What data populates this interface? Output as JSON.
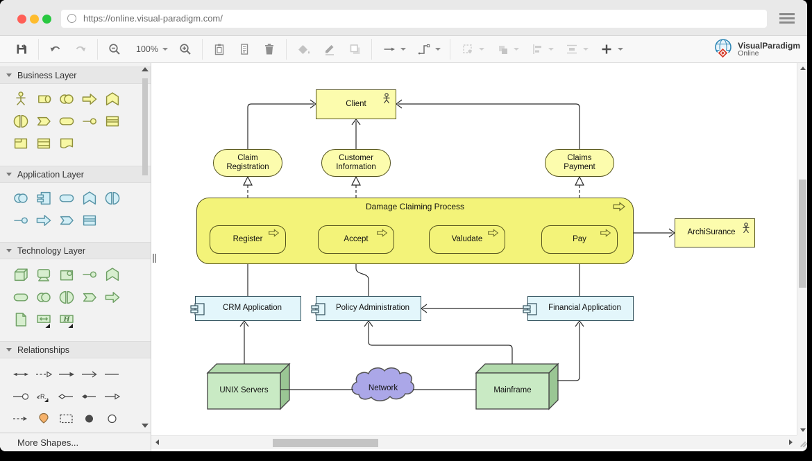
{
  "browser": {
    "url": "https://online.visual-paradigm.com/"
  },
  "toolbar": {
    "zoom": "100%",
    "icons": [
      "save",
      "undo",
      "redo",
      "zoom-out",
      "zoom-level",
      "zoom-in",
      "paste",
      "format",
      "delete",
      "fill-color",
      "line-color",
      "shadow",
      "arrow-style",
      "connector-style",
      "selection",
      "order",
      "align",
      "distribute",
      "add-shape"
    ]
  },
  "brand": {
    "name": "VisualParadigm",
    "sub": "Online"
  },
  "sidebar": {
    "business": "Business Layer",
    "application": "Application Layer",
    "technology": "Technology Layer",
    "relationships": "Relationships",
    "more": "More Shapes...",
    "business_icons": [
      "actor",
      "role",
      "collaboration",
      "process",
      "function",
      "interaction",
      "event",
      "service",
      "interface",
      "object",
      "product",
      "contract",
      "representation"
    ],
    "application_icons": [
      "collaboration",
      "component",
      "service",
      "function",
      "interaction",
      "interface",
      "process",
      "event",
      "object"
    ],
    "technology_icons": [
      "node",
      "device",
      "system-software",
      "interface",
      "function",
      "service",
      "collaboration",
      "interaction",
      "event",
      "process",
      "artifact",
      "path",
      "network"
    ],
    "relationship_icons": [
      "association",
      "realization-dashed",
      "triggering",
      "flow",
      "line",
      "provide",
      "realize",
      "aggregation",
      "composition",
      "specialization",
      "flow-dashed",
      "location-pin",
      "grouping",
      "junction",
      "junction-open"
    ]
  },
  "diagram": {
    "client": "Client",
    "svc1": "Claim Registration",
    "svc2": "Customer Information",
    "svc3": "Claims Payment",
    "container": "Damage Claiming Process",
    "step1": "Register",
    "step2": "Accept",
    "step3": "Valudate",
    "step4": "Pay",
    "external": "ArchiSurance",
    "app1": "CRM Application",
    "app2": "Policy Administration",
    "app3": "Financial Application",
    "node1": "UNIX Servers",
    "node2": "Mainframe",
    "cloud": "Network"
  },
  "colors": {
    "business_layer": "#F7F7A3",
    "application_layer": "#D2EEF6",
    "technology_layer": "#D7EECF",
    "yellow_shape": "#FCFCAD",
    "process_container": "#F3F379",
    "component": "#E3F6FB",
    "node": "#C9EAC4",
    "cloud": "#ABA7E8",
    "traffic_lights": [
      "#FF5F57",
      "#FEBC2E",
      "#28C840"
    ]
  }
}
